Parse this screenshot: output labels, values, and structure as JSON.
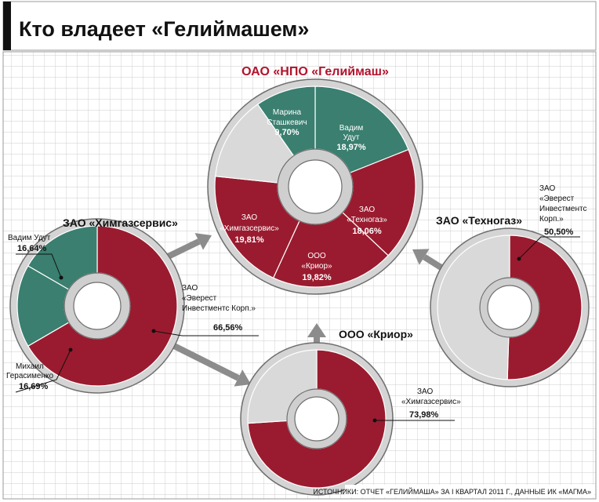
{
  "title": "Кто владеет «Гелиймашем»",
  "source": "ИСТОЧНИКИ: ОТЧЕТ «ГЕЛИЙМАША» ЗА I КВАРТАЛ 2011 Г., ДАННЫЕ ИК «МАГМА»",
  "colors": {
    "red": "#9a1b2f",
    "teal": "#3a7f70",
    "gray": "#d9d9d9",
    "arrow": "#8c8c8c",
    "title_red": "#b3122b"
  },
  "chart_data": [
    {
      "type": "pie",
      "id": "npo",
      "title": "ОАО «НПО «Гелиймаш»",
      "slices": [
        {
          "name": "Вадим Удут",
          "value": 18.97,
          "label": "18,97%",
          "color": "teal"
        },
        {
          "name": "ЗАО «Техногаз»",
          "value": 18.06,
          "label": "18,06%",
          "color": "red"
        },
        {
          "name": "ООО «Криор»",
          "value": 19.82,
          "label": "19,82%",
          "color": "red"
        },
        {
          "name": "ЗАО «Химгазсервис»",
          "value": 19.81,
          "label": "19,81%",
          "color": "red"
        },
        {
          "name": "",
          "value": 13.64,
          "label": "",
          "color": "gray"
        },
        {
          "name": "Марина Сташкевич",
          "value": 9.7,
          "label": "9,70%",
          "color": "teal"
        }
      ]
    },
    {
      "type": "pie",
      "id": "himgaz",
      "title": "ЗАО «Химгазсервис»",
      "slices": [
        {
          "name": "ЗАО «Эверест Инвестментс Корп.»",
          "value": 66.56,
          "label": "66,56%",
          "color": "red"
        },
        {
          "name": "Михаил Герасименко",
          "value": 16.69,
          "label": "16,69%",
          "color": "teal"
        },
        {
          "name": "Вадим Удут",
          "value": 16.64,
          "label": "16,64%",
          "color": "teal"
        }
      ]
    },
    {
      "type": "pie",
      "id": "krior",
      "title": "ООО «Криор»",
      "slices": [
        {
          "name": "ЗАО «Химгазсервис»",
          "value": 73.98,
          "label": "73,98%",
          "color": "red"
        },
        {
          "name": "",
          "value": 26.02,
          "label": "",
          "color": "gray"
        }
      ]
    },
    {
      "type": "pie",
      "id": "technogaz",
      "title": "ЗАО «Техногаз»",
      "slices": [
        {
          "name": "ЗАО «Эверест Инвестментс Корп.»",
          "value": 50.5,
          "label": "50,50%",
          "color": "red"
        },
        {
          "name": "",
          "value": 49.5,
          "label": "",
          "color": "gray"
        }
      ]
    }
  ],
  "labels": {
    "npo_udut": [
      "Вадим",
      "Удут"
    ],
    "npo_stash": [
      "Марина",
      "Сташкевич"
    ],
    "npo_techno": [
      "ЗАО",
      "«Техногаз»"
    ],
    "npo_krior": [
      "ООО",
      "«Криор»"
    ],
    "npo_himgaz": [
      "ЗАО",
      "«Химгазсервис»"
    ],
    "him_udut": [
      "Вадим Удут"
    ],
    "him_ger": [
      "Михаил",
      "Герасименко"
    ],
    "him_ever": [
      "ЗАО",
      "«Эверест",
      "Инвестментс Корп.»"
    ],
    "krior_him": [
      "ЗАО",
      "«Химгазсервис»"
    ],
    "techno_ever": [
      "ЗАО",
      "«Эверест",
      "Инвестментс",
      "Корп.»"
    ]
  }
}
